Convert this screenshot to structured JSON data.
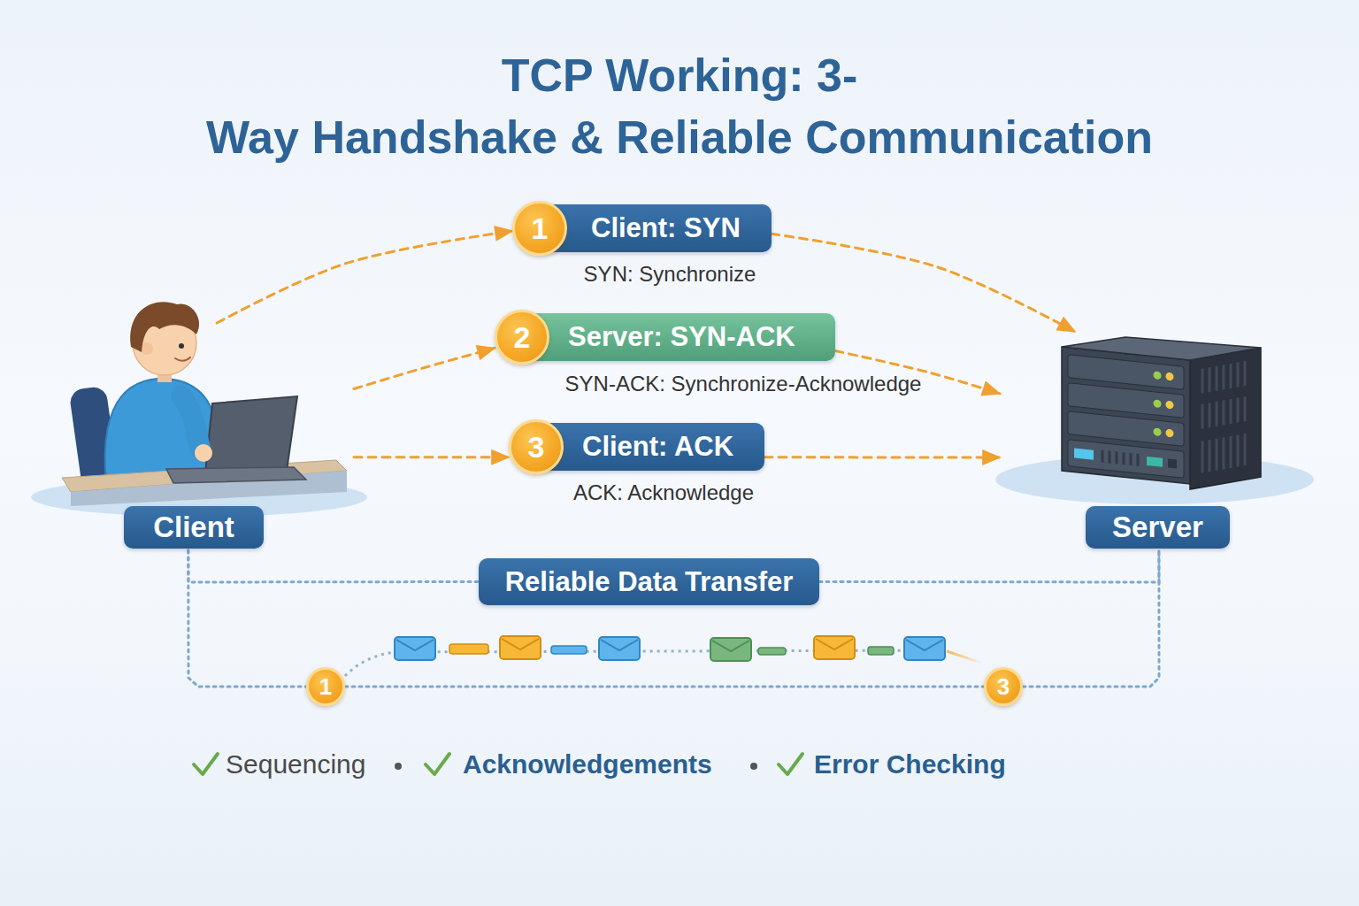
{
  "diagram": {
    "title": "TCP Working: 3-Way Handshake & Reliable Communication",
    "nodes": [
      {
        "text": [
          "Client"
        ]
      },
      {
        "text": [
          "Client: SYN"
        ]
      },
      {
        "text": [
          "1"
        ],
        "in": 1
      },
      {
        "text": [
          "Server: SYN-ACK"
        ]
      },
      {
        "text": [
          "2"
        ],
        "in": 3
      },
      {
        "text": [
          "Client: ACK"
        ]
      },
      {
        "text": [
          "3"
        ],
        "in": 5
      },
      {
        "text": [
          "Server"
        ]
      },
      {
        "text": [
          "Reliable Data Transfer"
        ]
      },
      {
        "text": [
          "1"
        ]
      },
      {
        "text": [
          "3"
        ]
      }
    ],
    "edges": [
      {
        "from": 0,
        "to": 1,
        "arrow": "to"
      },
      {
        "from": 1,
        "to": 7,
        "arrow": "to"
      },
      {
        "from": 0,
        "to": 3,
        "arrow": "to"
      },
      {
        "from": 3,
        "to": 7,
        "arrow": "to"
      },
      {
        "from": 0,
        "to": 5,
        "arrow": "to"
      },
      {
        "from": 5,
        "to": 7,
        "arrow": "to"
      },
      {
        "from": 0,
        "to": 8,
        "arrow": "none"
      },
      {
        "from": 8,
        "to": 7,
        "arrow": "none"
      },
      {
        "from": 0,
        "to": 9,
        "arrow": "none"
      },
      {
        "from": 9,
        "to": 10,
        "arrow": "none"
      },
      {
        "from": 10,
        "to": 7,
        "arrow": "none"
      }
    ],
    "labels": [
      "SYN: Synchronize",
      "SYN-ACK: Synchronize-Acknowledge",
      "ACK: Acknowledge",
      "Sequencing",
      "Acknowledgements",
      "Error Checking"
    ]
  }
}
